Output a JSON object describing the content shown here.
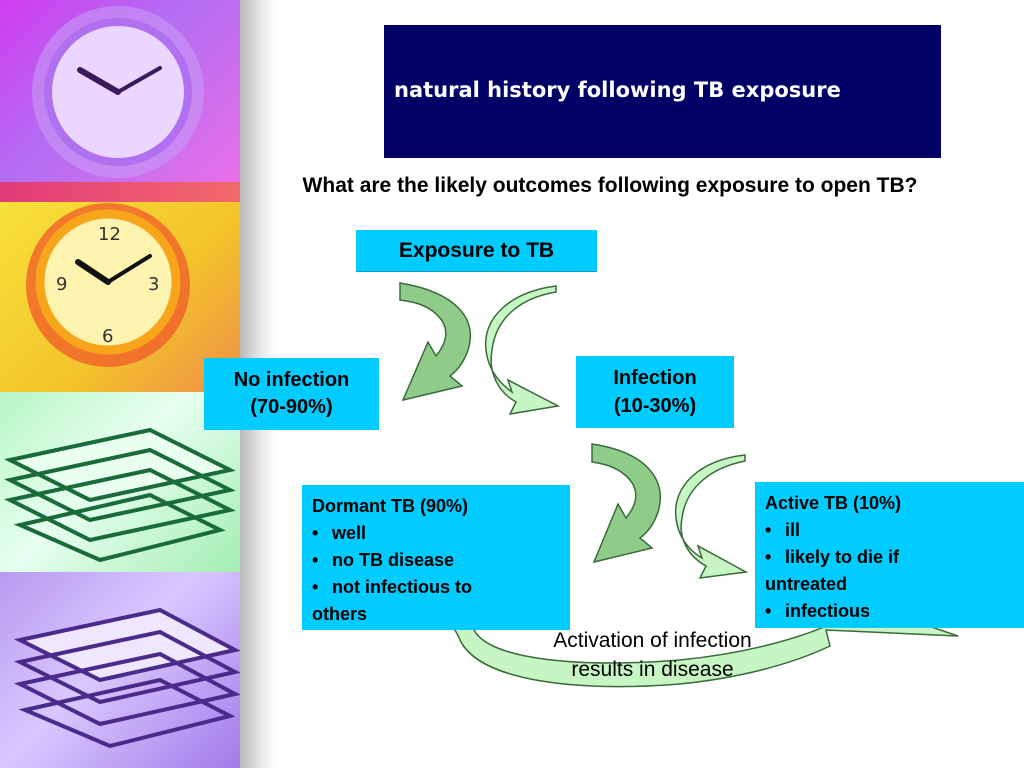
{
  "title": "natural history following TB exposure",
  "question": "What are the likely outcomes following exposure to open TB?",
  "nodes": {
    "exposure": "Exposure to TB",
    "no_infection": {
      "label": "No infection",
      "pct": "(70-90%)"
    },
    "infection": {
      "label": "Infection",
      "pct": "(10-30%)"
    },
    "dormant": {
      "heading": "Dormant TB (90%)",
      "bullets": [
        "well",
        "no TB disease",
        "not infectious to"
      ],
      "continuation": "others"
    },
    "active": {
      "heading": "Active TB (10%)",
      "bullets": [
        "ill",
        "likely to die if"
      ],
      "continuation": "untreated",
      "last_bullet": "infectious"
    }
  },
  "activation_note": {
    "line1": "Activation of infection",
    "line2": "results in disease"
  },
  "bullet_glyph": "•",
  "colors": {
    "title_bg": "#000066",
    "box_bg": "#00ccff",
    "arrow_dark": "#8fcc8a",
    "arrow_light": "#c7f5c4",
    "arrow_stroke": "#3a6b3a"
  }
}
